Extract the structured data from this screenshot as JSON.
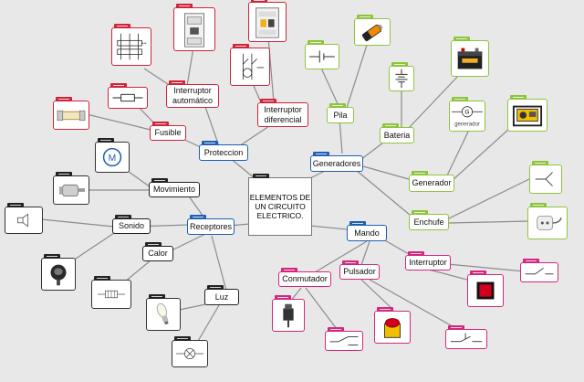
{
  "central": {
    "line1": "ELEMENTOS DE",
    "line2": "UN CIRCUITO",
    "line3": "ELECTRICO."
  },
  "nodes": {
    "proteccion": "Proteccion",
    "fusible": "Fusible",
    "interruptor_automatico_1": "Interruptor",
    "interruptor_automatico_2": "automático",
    "interruptor_diferencial_1": "Interruptor",
    "interruptor_diferencial_2": "diferencial",
    "generadores": "Generadores",
    "pila": "Pila",
    "bateria": "Bateria",
    "generador": "Generador",
    "enchufe": "Enchufe",
    "mando": "Mando",
    "interruptor": "Interruptor",
    "pulsador": "Pulsador",
    "conmutador": "Conmutador",
    "receptores": "Receptores",
    "movimiento": "Movimiento",
    "sonido": "Sonido",
    "calor": "Calor",
    "luz": "Luz"
  },
  "symbols": {
    "generador_text": "generador",
    "generador_letter": "G",
    "motor_letter": "M"
  },
  "colors": {
    "proteccion": "#1f5fb5",
    "generadores": "#1f5fb5",
    "receptores": "#1f5fb5",
    "mando": "#1f5fb5",
    "protection_items": "#d0243a",
    "generator_items": "#8ec43b",
    "control_items": "#d4267e",
    "receptor_items": "#222222",
    "connector": "#8c8c8c",
    "background": "#e8e8e8"
  }
}
